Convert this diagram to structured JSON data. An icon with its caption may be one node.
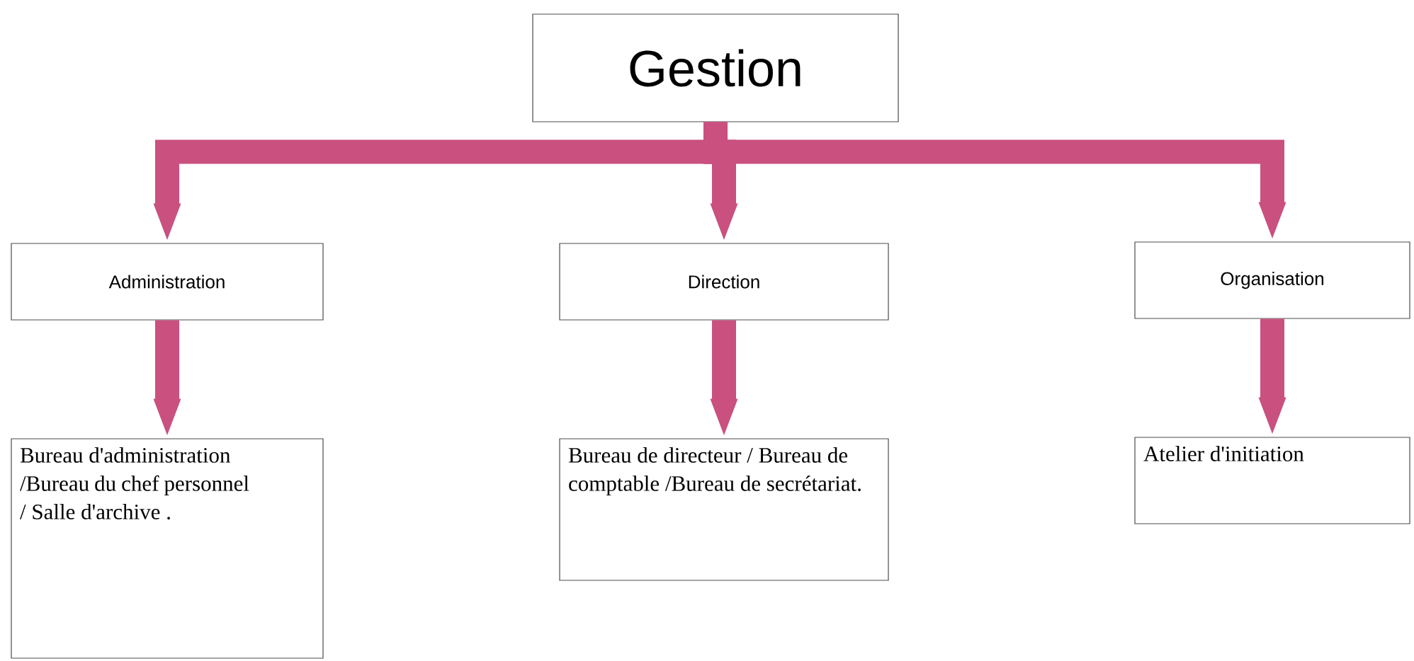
{
  "diagram": {
    "nodes": [
      {
        "text": [
          "Gestion"
        ]
      },
      {
        "text": [
          "Administration"
        ]
      },
      {
        "text": [
          "Direction"
        ]
      },
      {
        "text": [
          "Organisation"
        ]
      },
      {
        "text": [
          "Bureau d'administration /Bureau du chef personnel / Salle d'archive ."
        ]
      },
      {
        "text": [
          "Bureau de directeur / Bureau de comptable /Bureau de secrétariat."
        ]
      },
      {
        "text": [
          "Atelier d'initiation"
        ]
      }
    ],
    "edges": [
      {
        "from": 0,
        "to": 1,
        "arrow": "to"
      },
      {
        "from": 0,
        "to": 2,
        "arrow": "to"
      },
      {
        "from": 0,
        "to": 3,
        "arrow": "to"
      },
      {
        "from": 1,
        "to": 4,
        "arrow": "to"
      },
      {
        "from": 2,
        "to": 5,
        "arrow": "to"
      },
      {
        "from": 3,
        "to": 6,
        "arrow": "to"
      }
    ]
  }
}
